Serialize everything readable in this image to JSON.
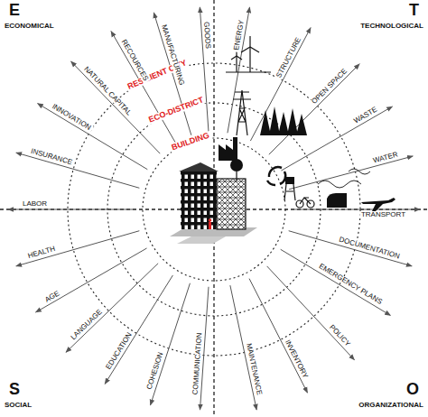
{
  "diagram": {
    "labels": [
      "E",
      "ECONOMICAL",
      "T",
      "TECHNOLOGICAL",
      "S",
      "SOCIAL",
      "O",
      "ORGANIZATIONAL",
      "RESILIENT CITY",
      "ECO-DISTRICT",
      "BUILDING",
      "GOODS",
      "MANUFACTURING",
      "RECOURCES",
      "NATURAL CAPITAL",
      "INNOVATION",
      "INSURANCE",
      "LABOR",
      "HEALTH",
      "AGE",
      "LANGUAGE",
      "EDUCATION",
      "COHESION",
      "COMMUNICATION",
      "MAINTENANCE",
      "INVENTORY",
      "POLICY",
      "EMERGENCY PLANS",
      "DOCUMENTATION",
      "TRANSPORT",
      "WATER",
      "WASTE",
      "OPEN SPACE",
      "STRUCTURE",
      "ENERGY"
    ]
  }
}
